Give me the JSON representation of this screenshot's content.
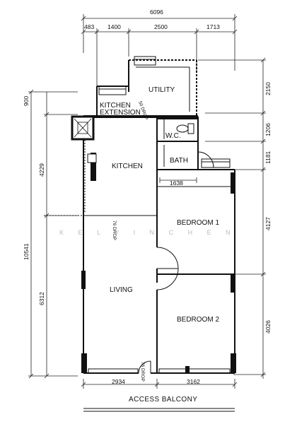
{
  "plan": {
    "watermark": "K E L V I N   C H E N",
    "caption": "ACCESS BALCONY",
    "rooms": {
      "utility": "UTILITY",
      "kitchen_extension_line1": "KITCHEN",
      "kitchen_extension_line2": "EXTENSION",
      "wc": "W.C.",
      "bath": "BATH",
      "kitchen": "KITCHEN",
      "bedroom1": "BEDROOM   1",
      "living": "LIVING",
      "bedroom2": "BEDROOM  2"
    },
    "drops": {
      "utility_drop": "50 DROP",
      "kitchen_drop": "76 DROP",
      "entry_drop": "76 DROP"
    },
    "dimensions": {
      "total_width": "6096",
      "top_a": "483",
      "top_b": "1400",
      "top_c": "2500",
      "top_d": "1713",
      "right_a": "2150",
      "right_b": "1206",
      "right_c": "1181",
      "right_d": "4127",
      "right_e": "4026",
      "left_top": "900",
      "left_kitchen": "4229",
      "left_total": "10541",
      "left_living": "6312",
      "inner_bath": "1638",
      "bottom_left": "2934",
      "bottom_right": "3162"
    }
  }
}
